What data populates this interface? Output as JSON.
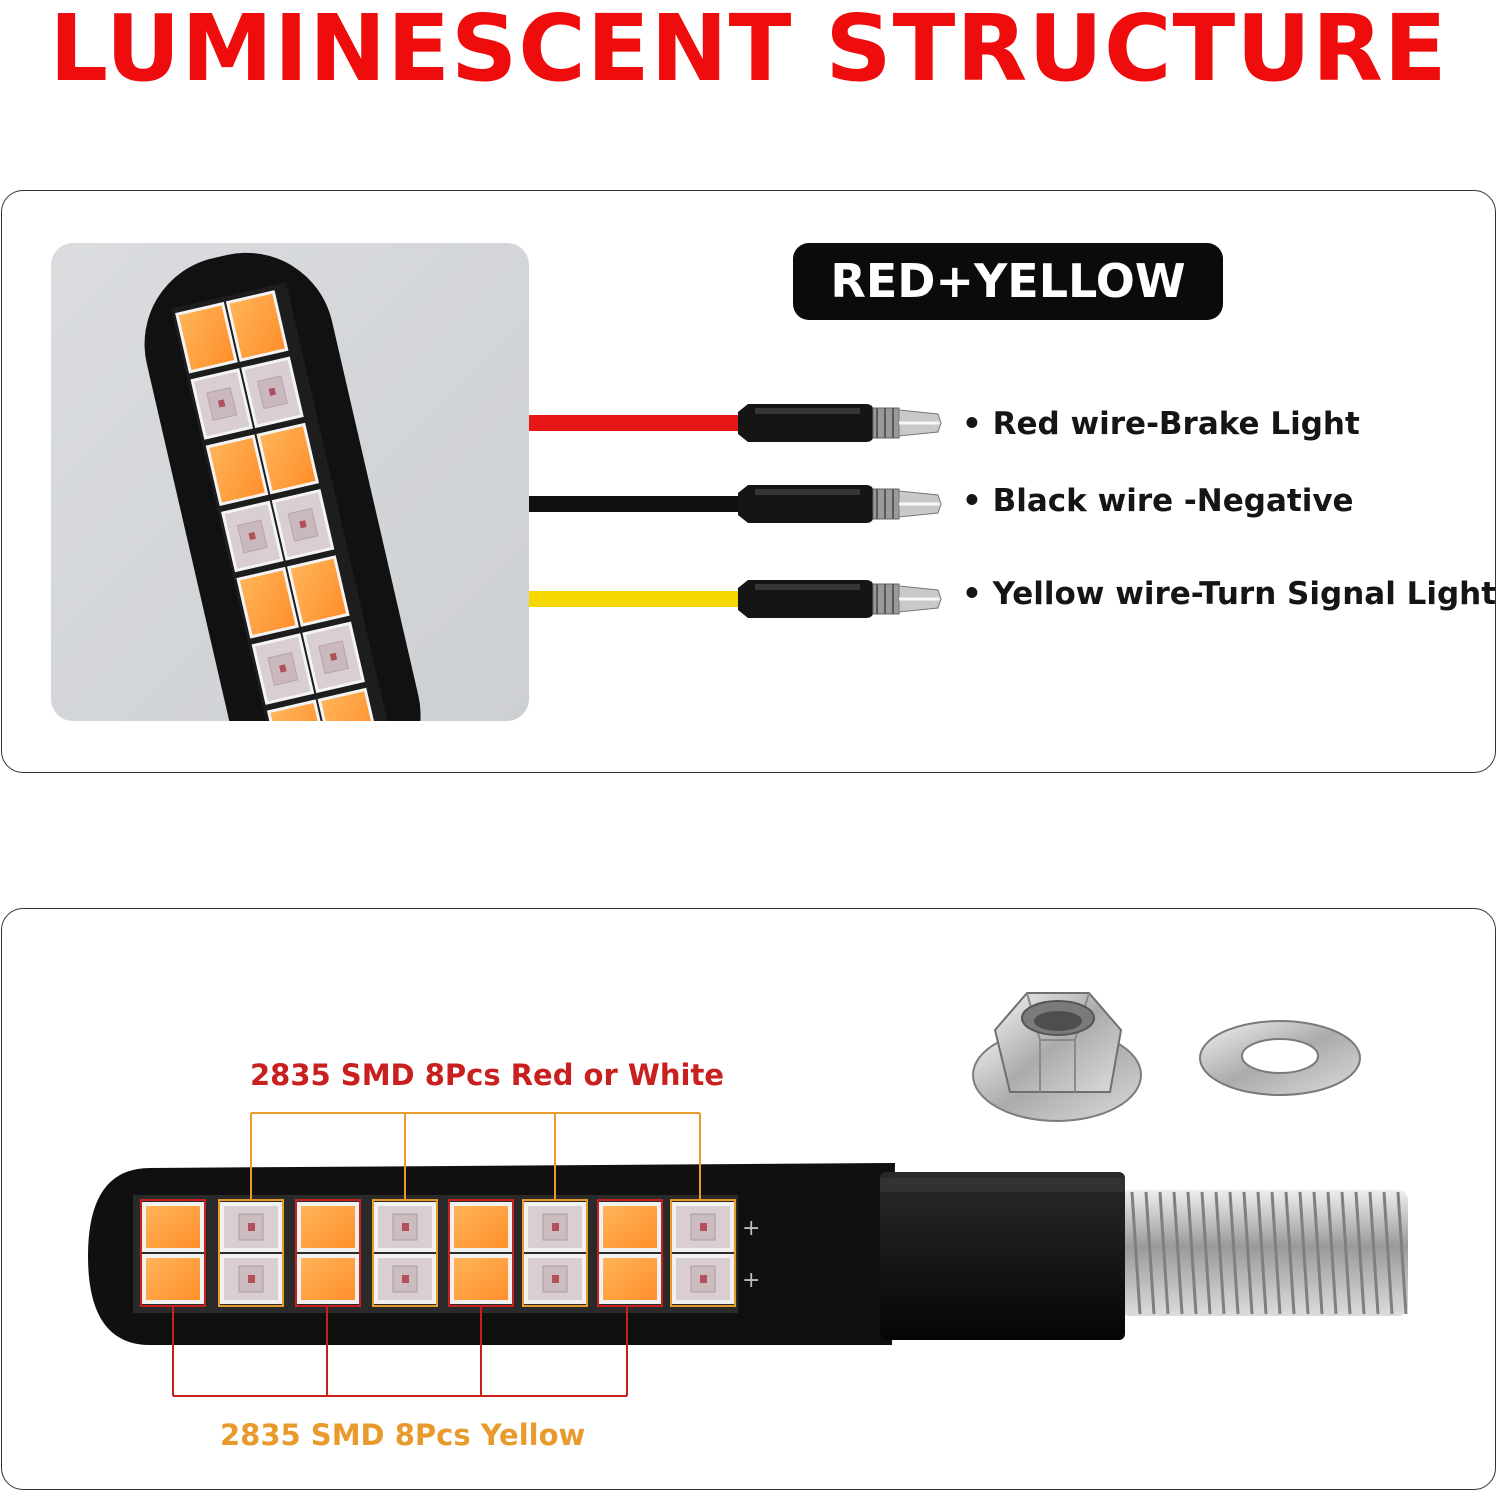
{
  "title": "LUMINESCENT STRUCTURE",
  "wiring": {
    "badge": "RED+YELLOW",
    "wires": [
      {
        "label": "• Red wire-Brake Light",
        "color": "#e81717"
      },
      {
        "label": "• Black wire -Negative",
        "color": "#0f0f0f"
      },
      {
        "label": "• Yellow wire-Turn Signal Light",
        "color": "#f5d800"
      }
    ]
  },
  "leds": {
    "top_label": "2835 SMD 8Pcs Red or White",
    "bottom_label": "2835 SMD 8Pcs Yellow",
    "polarity": [
      "+",
      "+"
    ]
  },
  "colors": {
    "title": "#ee0c0c",
    "red_callout": "#c8201f",
    "yellow_callout": "#e89a2c",
    "amber_led": "#ff9a3a",
    "white_led": "#d9cfd2"
  }
}
